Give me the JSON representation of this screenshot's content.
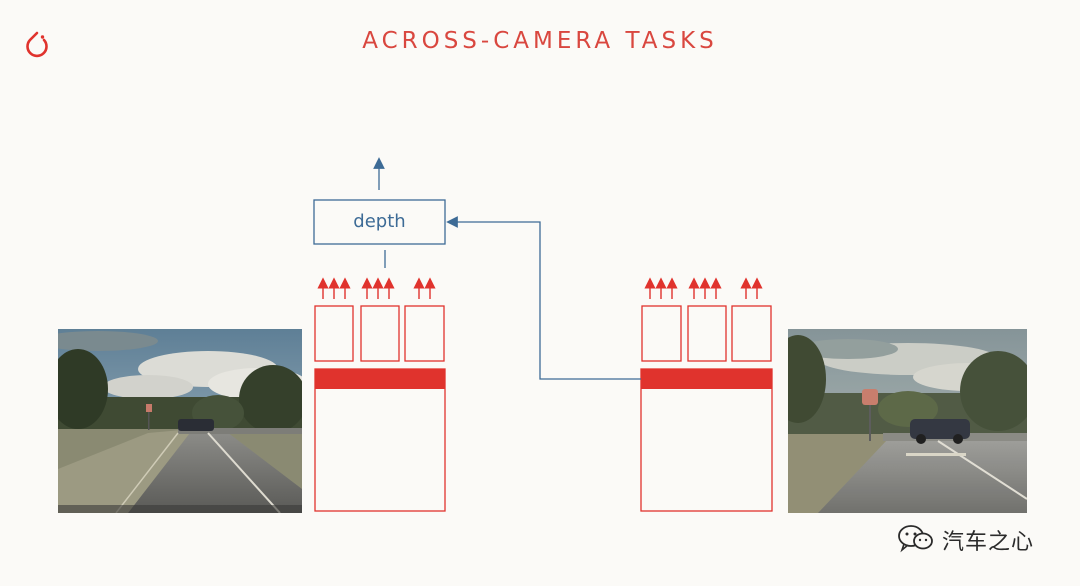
{
  "slide": {
    "title": "ACROSS-CAMERA TASKS",
    "logo_icon": "pytorch-flame-icon"
  },
  "diagram": {
    "head_label": "depth",
    "accent_color": "#e0332d",
    "link_color": "#3d6b96"
  },
  "watermark": {
    "icon": "wechat-icon",
    "text": "汽车之心"
  },
  "colors": {
    "background": "#fbfaf7",
    "title": "#d9473f"
  }
}
